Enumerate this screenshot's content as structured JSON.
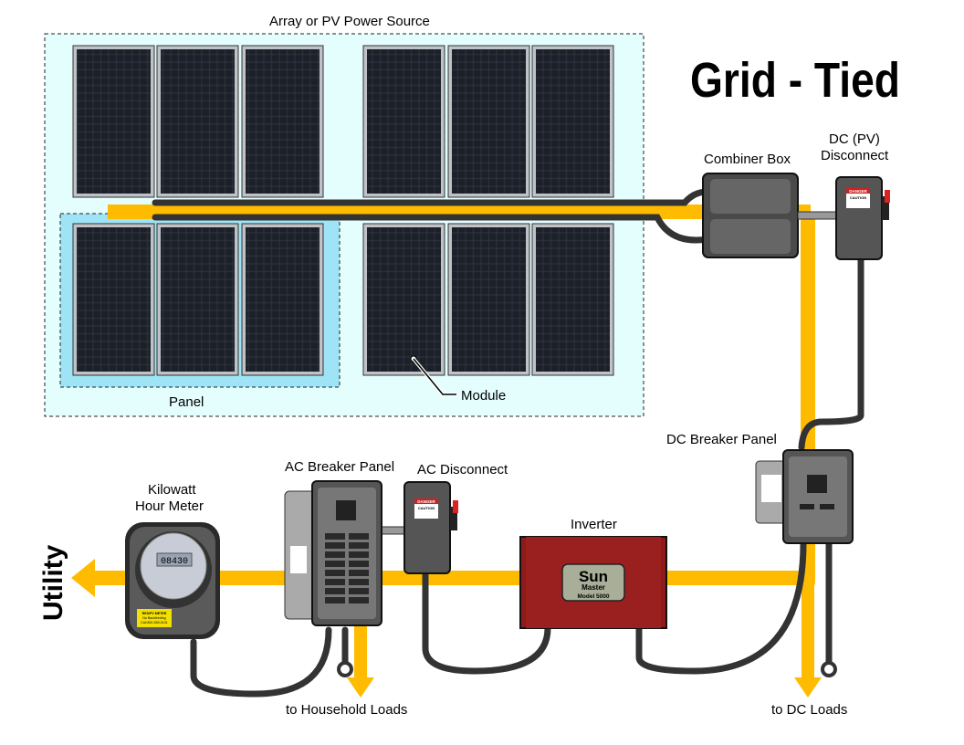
{
  "title": "Grid - Tied",
  "labels": {
    "array": "Array or PV Power Source",
    "panel": "Panel",
    "module": "Module",
    "combiner": "Combiner Box",
    "dc_disconnect_1": "DC (PV)",
    "dc_disconnect_2": "Disconnect",
    "dc_breaker": "DC  Breaker Panel",
    "inverter": "Inverter",
    "ac_disconnect": "AC Disconnect",
    "ac_breaker": "AC Breaker Panel",
    "meter_1": "Kilowatt",
    "meter_2": "Hour Meter",
    "utility": "Utility",
    "household": "to Household Loads",
    "dc_loads": "to DC Loads"
  },
  "meter": {
    "reading": "08430",
    "sticker_1": "RES/PV METER",
    "sticker_2": "No Backfeeding",
    "sticker_3": "Call 800-555-0101"
  },
  "inverter_badge": {
    "brand_1": "Sun",
    "brand_2": "Master",
    "model": "Model 5000"
  },
  "disconnect_tag": {
    "danger": "DANGER",
    "caution": "CAUTION"
  },
  "colors": {
    "conduit": "#ffbb00",
    "array_bg": "#e4fdfd",
    "panel_bg": "#9fe4f6",
    "inverter": "#8e1a1a",
    "equipment": "#555555"
  }
}
